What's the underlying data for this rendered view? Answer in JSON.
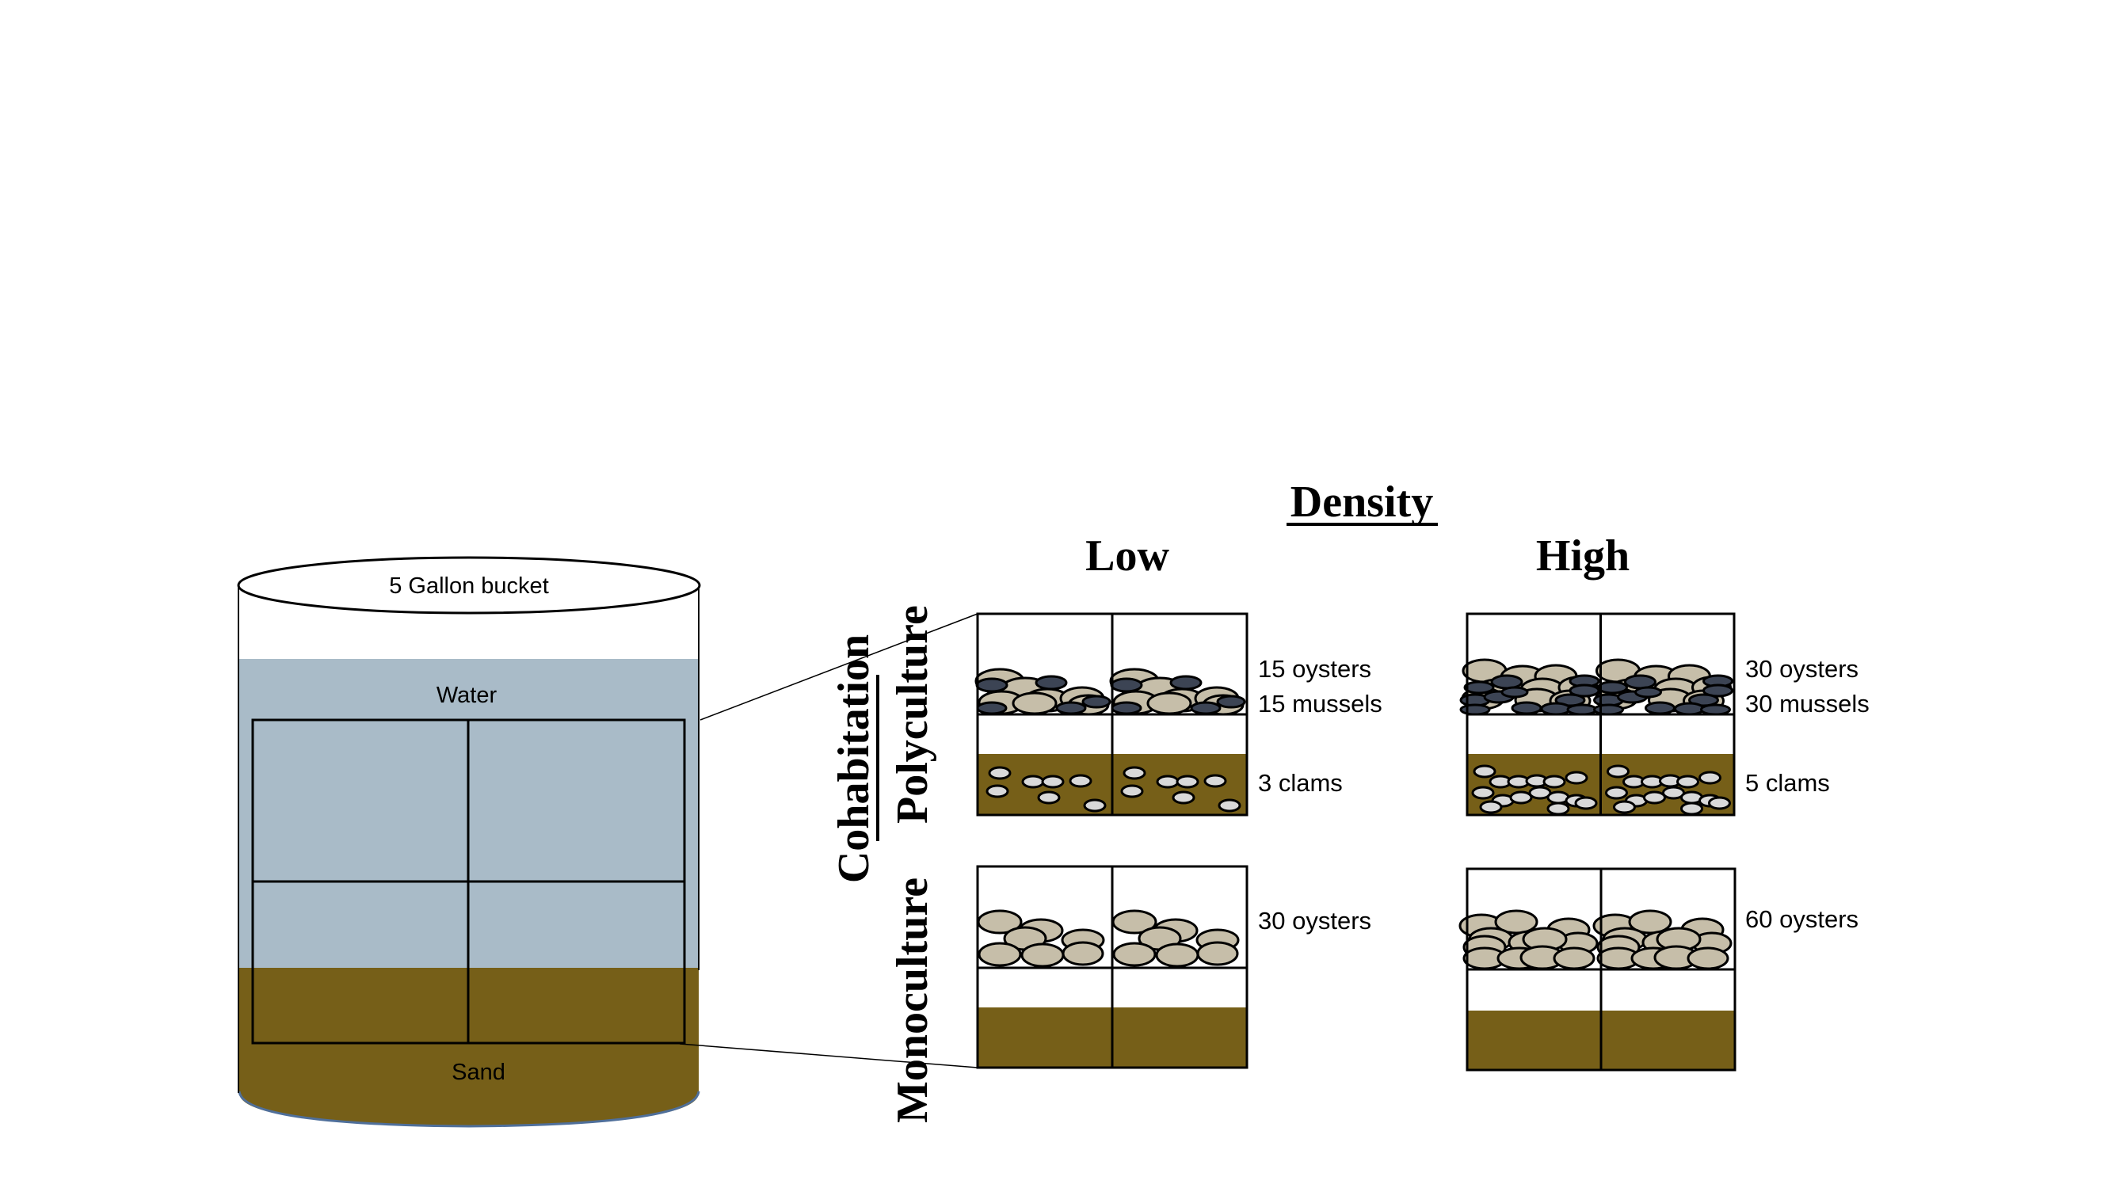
{
  "bucket": {
    "title": "5 Gallon bucket",
    "water_label": "Water",
    "sand_label": "Sand"
  },
  "headers": {
    "density_title": "Density",
    "columns": [
      "Low",
      "High"
    ],
    "cohabitation_title": "Cohabitation",
    "rows": [
      "Polyculture",
      "Monoculture"
    ]
  },
  "treatments": [
    {
      "id": "poly-low",
      "labels": [
        "15 oysters",
        "15 mussels",
        "3 clams"
      ]
    },
    {
      "id": "poly-high",
      "labels": [
        "30 oysters",
        "30 mussels",
        "5 clams"
      ]
    },
    {
      "id": "mono-low",
      "labels": [
        "30 oysters"
      ]
    },
    {
      "id": "mono-high",
      "labels": [
        "60 oysters"
      ]
    }
  ],
  "colors": {
    "water": "#a9bbc8",
    "sand": "#765f18",
    "oyster": "#c6bea9",
    "mussel": "#3c4454",
    "clam": "#d9d9d9",
    "outline": "#000000",
    "bucket_bottom_edge": "#4f6f9a"
  }
}
